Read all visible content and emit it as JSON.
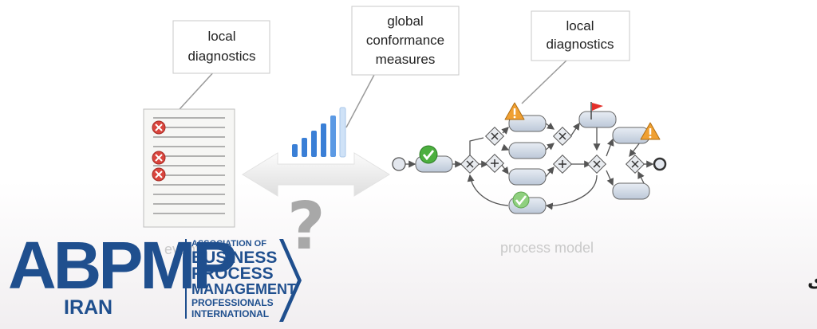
{
  "callouts": {
    "left": [
      "local",
      "diagnostics"
    ],
    "middle": [
      "global",
      "conformance",
      "measures"
    ],
    "right": [
      "local",
      "diagnostics"
    ]
  },
  "question_mark": "?",
  "faint_labels": {
    "process_model": "process model",
    "event_log": "event"
  },
  "logo": {
    "letters": "ABPMP",
    "country": "IRAN",
    "association_lines": [
      "ASSOCIATION OF",
      "BUSINESS",
      "PROCESS",
      "MANAGEMENT",
      "PROFESSIONALS",
      "INTERNATIONAL"
    ]
  },
  "title_fa": "بررسی انطباق در فرآیندها به کمک فرآیندکاوی",
  "colors": {
    "logo_blue": "#1f4f8e",
    "error_red": "#d9453d",
    "ok_green": "#4caf3f",
    "warning_orange": "#f0a032",
    "bar_blue": "#3a7fd6",
    "task_fill": "#cdd7e4"
  },
  "icons": [
    "error-icon",
    "check-icon",
    "warning-icon",
    "flag-icon",
    "bar-chart-icon",
    "double-arrow-icon"
  ]
}
